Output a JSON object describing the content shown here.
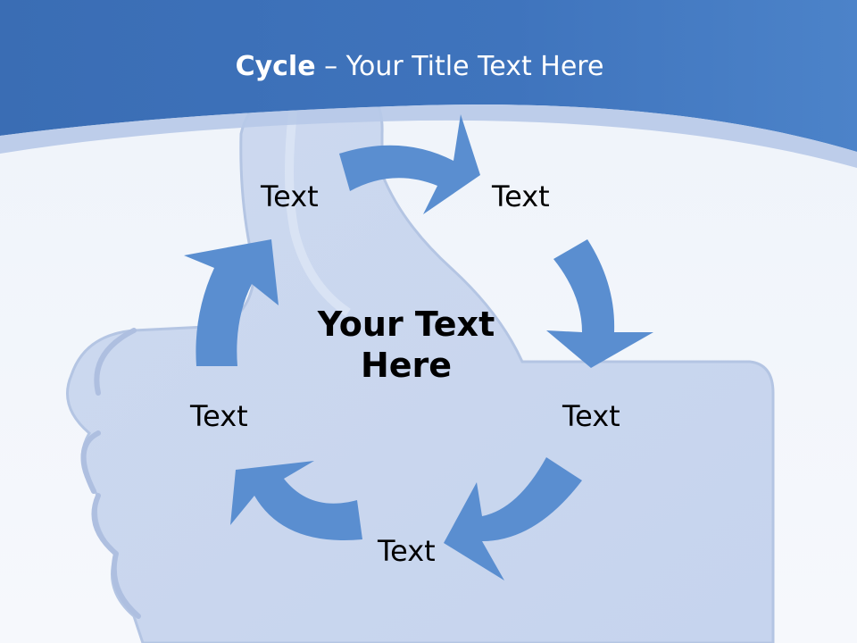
{
  "title": {
    "bold": "Cycle",
    "rest": " – Your Title Text Here"
  },
  "center_text": "Your Text\nHere",
  "cycle_labels": [
    "Text",
    "Text",
    "Text",
    "Text",
    "Text"
  ],
  "colors": {
    "header": "#3b6db5",
    "arrow": "#5a8ed0",
    "thumb": "#cfdaf0",
    "background": "#f4f7fb"
  },
  "icons": {
    "background": "thumbs-up-icon"
  }
}
